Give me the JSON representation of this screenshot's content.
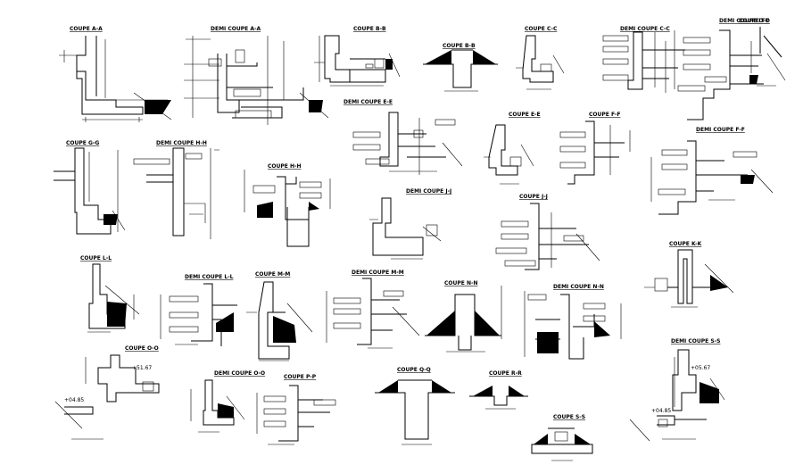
{
  "drawing": {
    "sections": [
      {
        "id": "s1",
        "title": "COUPE A-A"
      },
      {
        "id": "s2",
        "title": "DEMI COUPE A-A"
      },
      {
        "id": "s3",
        "title": "COUPE B-B"
      },
      {
        "id": "s4",
        "title": "COUPE B-B"
      },
      {
        "id": "s5",
        "title": "COUPE C-C"
      },
      {
        "id": "s6",
        "title": "DEMI COUPE C-C"
      },
      {
        "id": "s7",
        "title": "DEMI COUPE D-D"
      },
      {
        "id": "s8",
        "title": "DEMI COUPE E-E"
      },
      {
        "id": "s9",
        "title": "COUPE E-E"
      },
      {
        "id": "s10",
        "title": "COUPE F-F"
      },
      {
        "id": "s11",
        "title": "DEMI COUPE F-F"
      },
      {
        "id": "s12",
        "title": "COUPE G-G"
      },
      {
        "id": "s13",
        "title": "DEMI COUPE H-H"
      },
      {
        "id": "s14",
        "title": "COUPE H-H"
      },
      {
        "id": "s15",
        "title": "DEMI COUPE J-J"
      },
      {
        "id": "s16",
        "title": "COUPE J-J"
      },
      {
        "id": "s17",
        "title": "COUPE K-K"
      },
      {
        "id": "s18",
        "title": "COUPE L-L"
      },
      {
        "id": "s19",
        "title": "DEMI COUPE L-L"
      },
      {
        "id": "s20",
        "title": "COUPE M-M"
      },
      {
        "id": "s21",
        "title": "DEMI COUPE M-M"
      },
      {
        "id": "s22",
        "title": "COUPE N-N"
      },
      {
        "id": "s23",
        "title": "DEMI COUPE N-N"
      },
      {
        "id": "s24",
        "title": "COUPE O-O"
      },
      {
        "id": "s25",
        "title": "DEMI COUPE O-O"
      },
      {
        "id": "s26",
        "title": "COUPE P-P"
      },
      {
        "id": "s27",
        "title": "COUPE Q-Q"
      },
      {
        "id": "s28",
        "title": "COUPE R-R"
      },
      {
        "id": "s29",
        "title": "COUPE S-S"
      },
      {
        "id": "s30",
        "title": "DEMI COUPE S-S"
      },
      {
        "id": "s31",
        "title": "COUPE T-T"
      }
    ],
    "levels": {
      "l1": "+51.67",
      "l2": "+04.85",
      "l3": "+05.67",
      "l4": "+04.85"
    }
  }
}
